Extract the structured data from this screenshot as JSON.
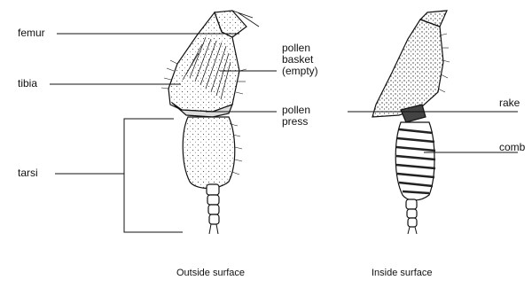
{
  "labels": {
    "femur": "femur",
    "tibia": "tibia",
    "tarsi": "tarsi",
    "pollen_basket": "pollen\nbasket\n(empty)",
    "pollen_press": "pollen\npress",
    "rake": "rake",
    "comb": "comb"
  },
  "captions": {
    "outside": "Outside surface",
    "inside": "Inside surface"
  }
}
